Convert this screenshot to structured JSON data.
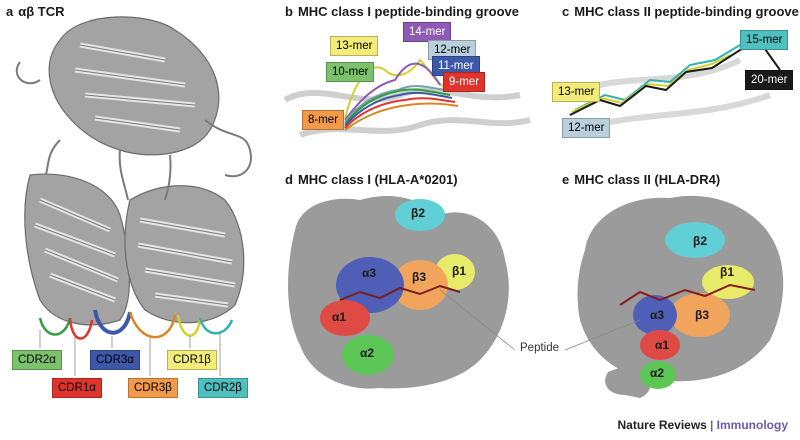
{
  "panels": {
    "a": {
      "letter": "a",
      "title": "αβ TCR"
    },
    "b": {
      "letter": "b",
      "title": "MHC class I peptide-binding groove"
    },
    "c": {
      "letter": "c",
      "title": "MHC class II peptide-binding groove"
    },
    "d": {
      "letter": "d",
      "title": "MHC class I (HLA-A*0201)"
    },
    "e": {
      "letter": "e",
      "title": "MHC class II (HLA-DR4)"
    }
  },
  "cdr_labels": [
    {
      "text": "CDR2α",
      "color": "#7cc26d"
    },
    {
      "text": "CDR1α",
      "color": "#e0332b"
    },
    {
      "text": "CDR3α",
      "color": "#3d58a8"
    },
    {
      "text": "CDR3β",
      "color": "#f19a4a"
    },
    {
      "text": "CDR1β",
      "color": "#f3ec7a"
    },
    {
      "text": "CDR2β",
      "color": "#4fc0c0"
    }
  ],
  "class1_peptides": [
    {
      "text": "13-mer",
      "color": "#f3ec7a"
    },
    {
      "text": "14-mer",
      "color": "#8e5ab3"
    },
    {
      "text": "12-mer",
      "color": "#b9d0dc"
    },
    {
      "text": "10-mer",
      "color": "#7cc26d"
    },
    {
      "text": "11-mer",
      "color": "#3d58a8"
    },
    {
      "text": "9-mer",
      "color": "#e0332b"
    },
    {
      "text": "8-mer",
      "color": "#f19a4a"
    }
  ],
  "class2_peptides": [
    {
      "text": "15-mer",
      "color": "#4fc0c0"
    },
    {
      "text": "13-mer",
      "color": "#f3ec7a"
    },
    {
      "text": "20-mer",
      "color": "#1a1a1a"
    },
    {
      "text": "12-mer",
      "color": "#b9d0dc"
    }
  ],
  "class1_chains": [
    "β2",
    "α3",
    "β3",
    "β1",
    "α1",
    "α2"
  ],
  "class2_chains": [
    "β2",
    "β1",
    "α3",
    "β3",
    "α1",
    "α2"
  ],
  "peptide_label": "Peptide",
  "footer": {
    "journal": "Nature Reviews",
    "separator": " | ",
    "subject": "Immunology"
  }
}
